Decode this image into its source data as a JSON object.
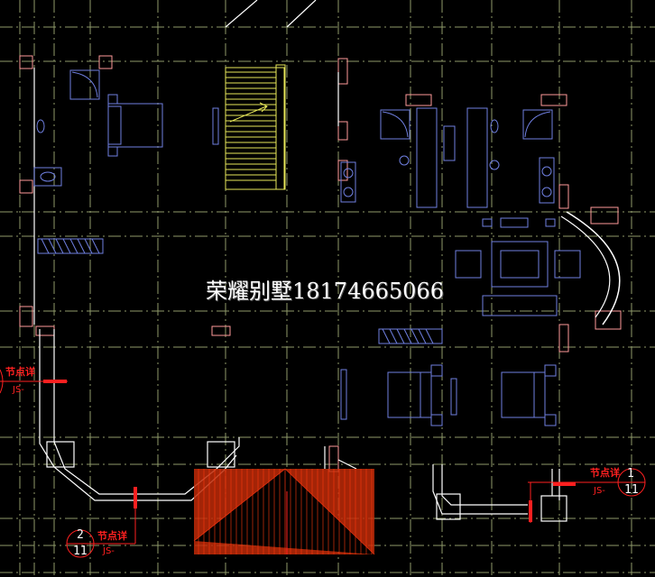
{
  "watermark": "荣耀别墅18174665066",
  "callouts": [
    {
      "title": "节点详",
      "code": "JS-",
      "number": "1",
      "sheet": "11"
    },
    {
      "title": "节点详",
      "code": "JS-",
      "number": "2",
      "sheet": "11"
    },
    {
      "title": "节点详",
      "code": "JS-"
    }
  ],
  "colors": {
    "background": "#000000",
    "grid": "#8f9a6a",
    "walls": "#ffffff",
    "furniture": "#6f7fe0",
    "stairs": "#e8e85a",
    "annotation": "#ff2020",
    "roof": "#e03010"
  }
}
